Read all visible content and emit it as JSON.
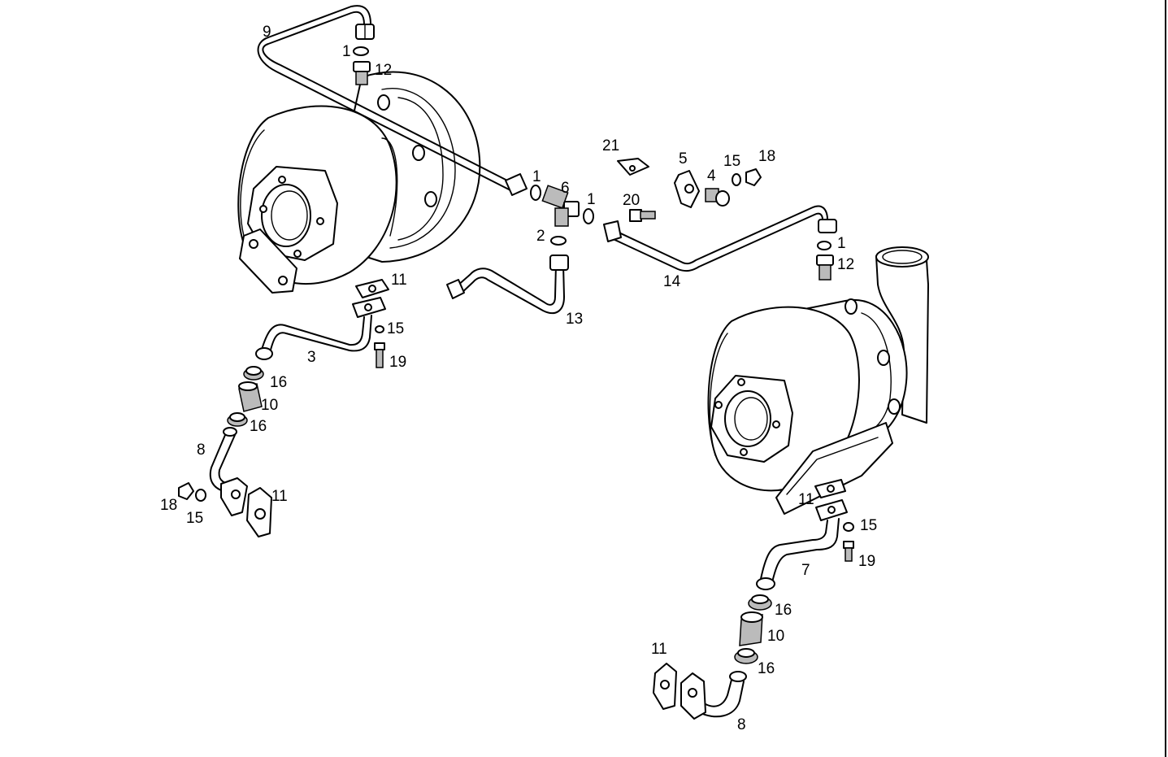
{
  "callouts": {
    "c9": "9",
    "c1a": "1",
    "c12a": "12",
    "c21": "21",
    "c5": "5",
    "c15a": "15",
    "c18a": "18",
    "c4": "4",
    "c20": "20",
    "c1b": "1",
    "c6": "6",
    "c1c": "1",
    "c2": "2",
    "c11a": "11",
    "c15b": "15",
    "c3": "3",
    "c19a": "19",
    "c16a": "16",
    "c10a": "10",
    "c16b": "16",
    "c8a": "8",
    "c18b": "18",
    "c15c": "15",
    "c11b": "11",
    "c13": "13",
    "c14": "14",
    "c1d": "1",
    "c12b": "12",
    "c11c": "11",
    "c15d": "15",
    "c7": "7",
    "c19b": "19",
    "c16c": "16",
    "c10b": "10",
    "c16d": "16",
    "c11d": "11",
    "c8b": "8"
  },
  "colors": {
    "ink": "#000000",
    "paper": "#ffffff"
  }
}
